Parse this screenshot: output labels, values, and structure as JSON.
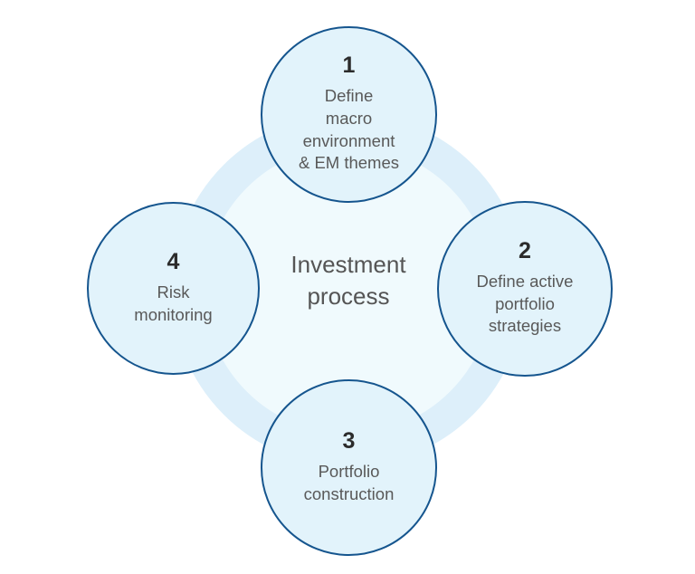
{
  "diagram": {
    "title": "Investment process",
    "center_label": "Investment\nprocess",
    "type": "cycle-diagram",
    "node_count": 4,
    "colors": {
      "canvas_background": "#ffffff",
      "node_fill": "#e2f3fb",
      "node_stroke": "#15558e",
      "ring_color": "#ddeffa",
      "inner_disc": "#f0fafd",
      "number_text": "#2b2b2b",
      "label_text": "#595959",
      "center_text": "#555555"
    },
    "nodes": [
      {
        "number": "1",
        "label": "Define\nmacro\nenvironment\n& EM themes",
        "position": "top",
        "icon": "step-circle-icon"
      },
      {
        "number": "2",
        "label": "Define active\nportfolio\nstrategies",
        "position": "right",
        "icon": "step-circle-icon"
      },
      {
        "number": "3",
        "label": "Portfolio\nconstruction",
        "position": "bottom",
        "icon": "step-circle-icon"
      },
      {
        "number": "4",
        "label": "Risk\nmonitoring",
        "position": "left",
        "icon": "step-circle-icon"
      }
    ]
  }
}
